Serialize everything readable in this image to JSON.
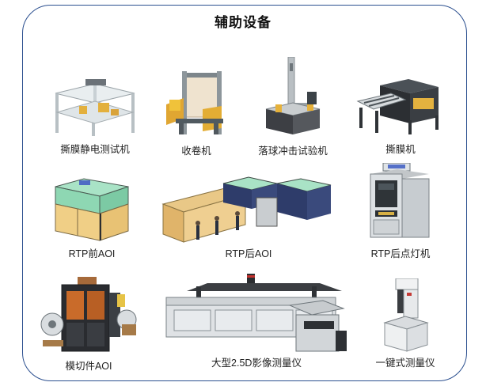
{
  "title": "辅助设备",
  "equipment": [
    {
      "label": "撕膜静电测试机"
    },
    {
      "label": "收卷机"
    },
    {
      "label": "落球冲击试验机"
    },
    {
      "label": "撕膜机"
    },
    {
      "label": "RTP前AOI"
    },
    {
      "label": "RTP后AOI"
    },
    {
      "label": "RTP后点灯机"
    },
    {
      "label": "模切件AOI"
    },
    {
      "label": "大型2.5D影像测量仪"
    },
    {
      "label": "一键式测量仪"
    }
  ],
  "colors": {
    "frame": "#2b4f8f",
    "glass": "#8ed7b3",
    "orange": "#e0a04a",
    "dark": "#2c2c34"
  }
}
